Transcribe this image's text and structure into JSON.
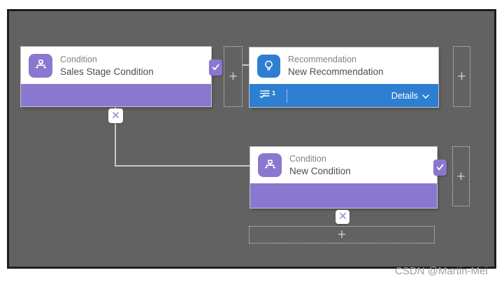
{
  "nodes": {
    "condition1": {
      "type": "Condition",
      "name": "Sales Stage Condition"
    },
    "recommendation1": {
      "type": "Recommendation",
      "name": "New Recommendation",
      "steps_count": "1",
      "details_label": "Details"
    },
    "condition2": {
      "type": "Condition",
      "name": "New Condition"
    }
  },
  "controls": {
    "add_label": "+"
  },
  "watermark": "CSDN @Martin-Mei",
  "colors": {
    "condition_accent": "#8A77CF",
    "recommendation_accent": "#2E7FD2",
    "canvas_background": "#626262",
    "connector": "#C8C8C8"
  }
}
